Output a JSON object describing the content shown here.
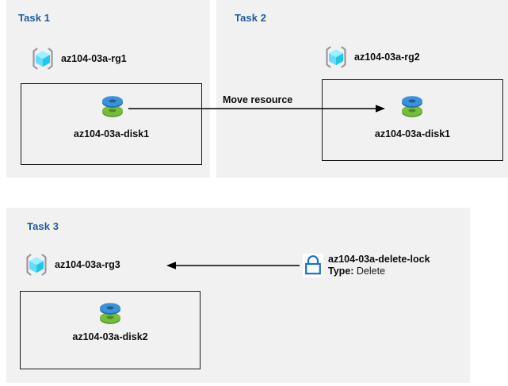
{
  "diagram": {
    "title": "Azure resource group tasks diagram",
    "background_color": "#ffffff",
    "panel_color": "#f1f1f1",
    "task_label_color": "#1f5c99",
    "box_border_color": "#1a1a1a",
    "arrow_color": "#000000",
    "lock_color": "#1a6fd4",
    "cube_color": "#50e6ff",
    "bracket_color": "#9a9a9a",
    "disk_top_color": "#3a96dd",
    "disk_bottom_color": "#68b336"
  },
  "panels": [
    {
      "id": "task1",
      "label": "Task 1",
      "resource_group": "az104-03a-rg1",
      "resource_group_icon": "resource-group-cube-icon",
      "disk": "az104-03a-disk1",
      "disk_icon": "managed-disk-icon"
    },
    {
      "id": "task2",
      "label": "Task 2",
      "resource_group": "az104-03a-rg2",
      "resource_group_icon": "resource-group-cube-icon",
      "disk": "az104-03a-disk1",
      "disk_icon": "managed-disk-icon"
    },
    {
      "id": "task3",
      "label": "Task 3",
      "resource_group": "az104-03a-rg3",
      "resource_group_icon": "resource-group-cube-icon",
      "disk": "az104-03a-disk2",
      "disk_icon": "managed-disk-icon"
    }
  ],
  "connectors": {
    "move_resource": {
      "label": "Move resource",
      "direction": "left-to-right",
      "arrow_icon": "arrow-right-icon"
    },
    "lock_link": {
      "label": "",
      "direction": "right-to-left",
      "arrow_icon": "arrow-left-icon"
    }
  },
  "lock": {
    "icon": "padlock-icon",
    "name": "az104-03a-delete-lock",
    "type_label": "Type:",
    "type_value": "Delete"
  }
}
